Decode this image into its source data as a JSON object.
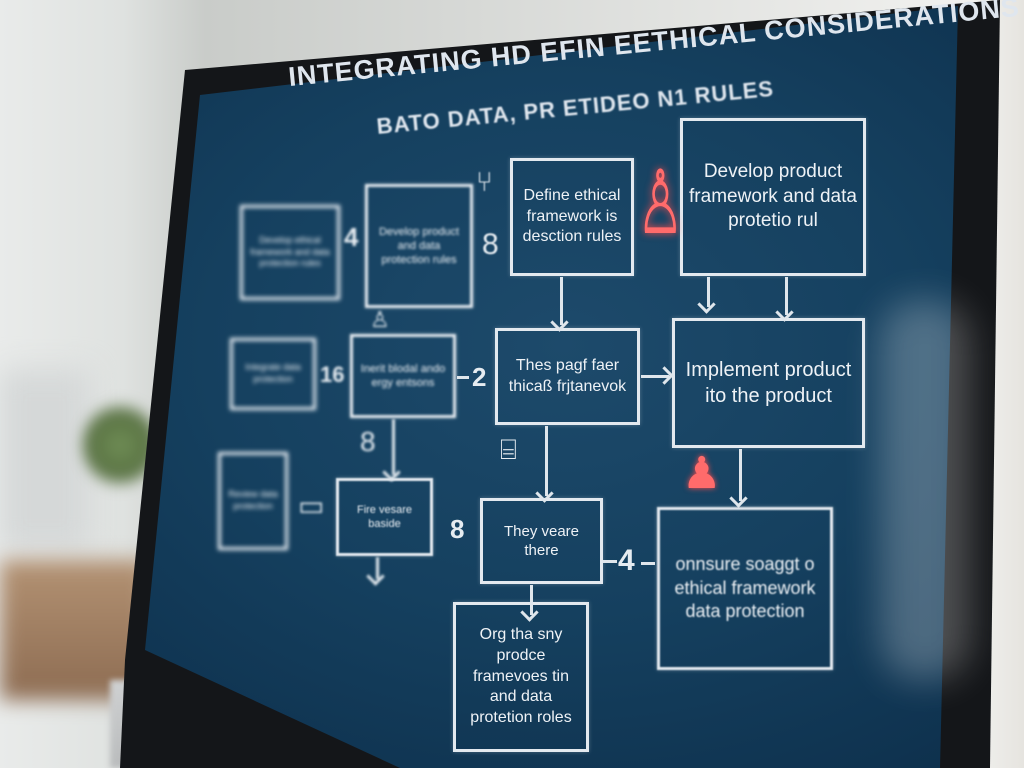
{
  "diagram": {
    "title_line1": "INTEGRATING HD EFIN EETHICAL CONSIDERATIONS AND",
    "title_line2": "BATO DATA, PR ETIDEO N1 RULES",
    "boxes": [
      {
        "text": "Develop ethical framework and data protection rules"
      },
      {
        "text": "Develop product and data protection rules"
      },
      {
        "text": "Define ethical framework is desction rules"
      },
      {
        "text": "Develop product framework and data protetio rul"
      },
      {
        "text": "Integrate data protection"
      },
      {
        "text": "Inerit blodal ando ergy entsons"
      },
      {
        "text": "Thes pagf faer thicaß frjtanevok"
      },
      {
        "text": "Implement product ito the product"
      },
      {
        "text": "Review data protection"
      },
      {
        "text": "Fire vesare baside"
      },
      {
        "text": "They veare there"
      },
      {
        "text": "onnsure soaggt o ethical framework data protection"
      },
      {
        "text": "Org tha sny prodce framevoes tin and data protetion roles"
      }
    ],
    "step_numbers": [
      "4",
      "16",
      "2",
      "8",
      "4"
    ],
    "icons": [
      "chair-icon",
      "lock-icon",
      "person-icon",
      "stamp-icon",
      "person-alert-icon",
      "document-icon",
      "server-icon"
    ],
    "accent_color": "#ff6b6b",
    "screen_color": "#15405f"
  }
}
